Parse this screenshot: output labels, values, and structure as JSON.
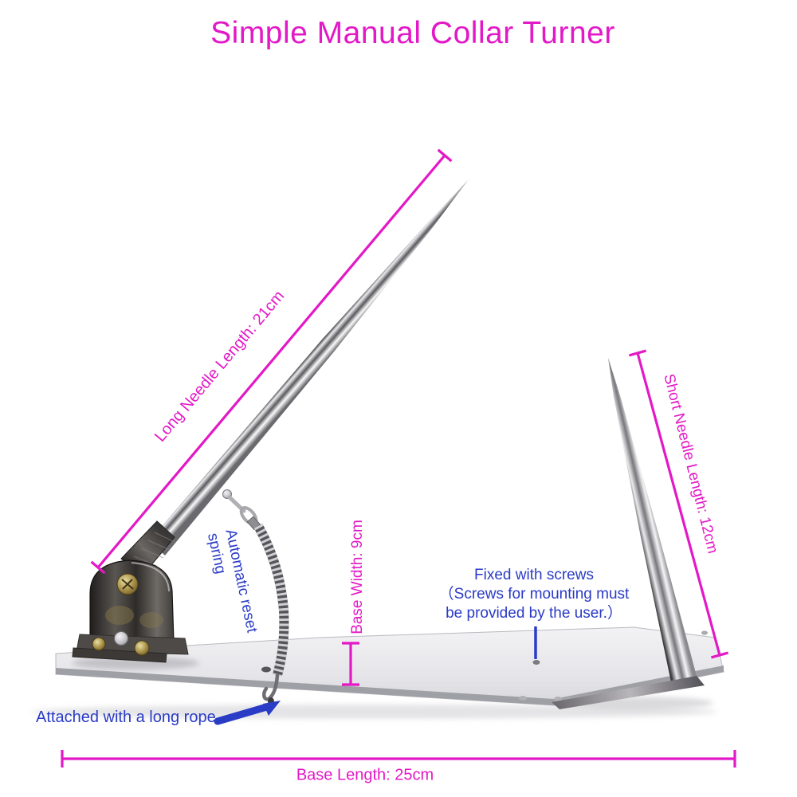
{
  "title": "Simple Manual Collar Turner",
  "colors": {
    "dimension_pink": "#e318c6",
    "annotation_blue": "#2a3bc6"
  },
  "annotations": {
    "long_needle_length": "Long Needle Length: 21cm",
    "short_needle_length": "Short Needle Length: 12cm",
    "base_width": "Base Width: 9cm",
    "base_length": "Base Length: 25cm",
    "fixed_screws": {
      "line1": "Fixed with screws",
      "line2": "（Screws for mounting must",
      "line3": "be provided by the user.）"
    },
    "reset_spring": {
      "line1": "Automatic reset",
      "line2": "spring"
    },
    "rope": "Attached with a long rope"
  }
}
